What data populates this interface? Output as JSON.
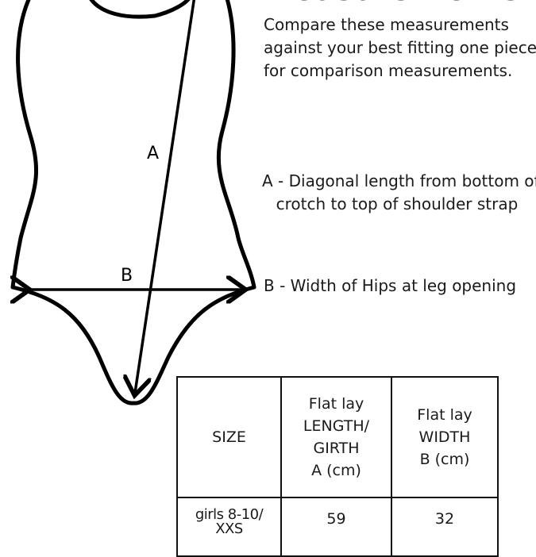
{
  "heading": "Measurements",
  "intro_lines": [
    "Compare these  measurements",
    "against your best fitting one piece",
    "for comparison measurements."
  ],
  "legend": {
    "a_lines": [
      "A - Diagonal length from bottom of",
      "crotch to top of shoulder strap"
    ],
    "b": "B - Width of Hips at leg opening"
  },
  "diagram_labels": {
    "a": "A",
    "b": "B"
  },
  "table": {
    "headers": [
      [
        "SIZE"
      ],
      [
        "Flat lay",
        "LENGTH/",
        "GIRTH",
        "A (cm)"
      ],
      [
        "Flat lay",
        "WIDTH",
        "B (cm)"
      ]
    ],
    "rows": [
      {
        "size_lines": [
          "girls 8-10/",
          "XXS"
        ],
        "length": "59",
        "width": "32"
      }
    ]
  }
}
